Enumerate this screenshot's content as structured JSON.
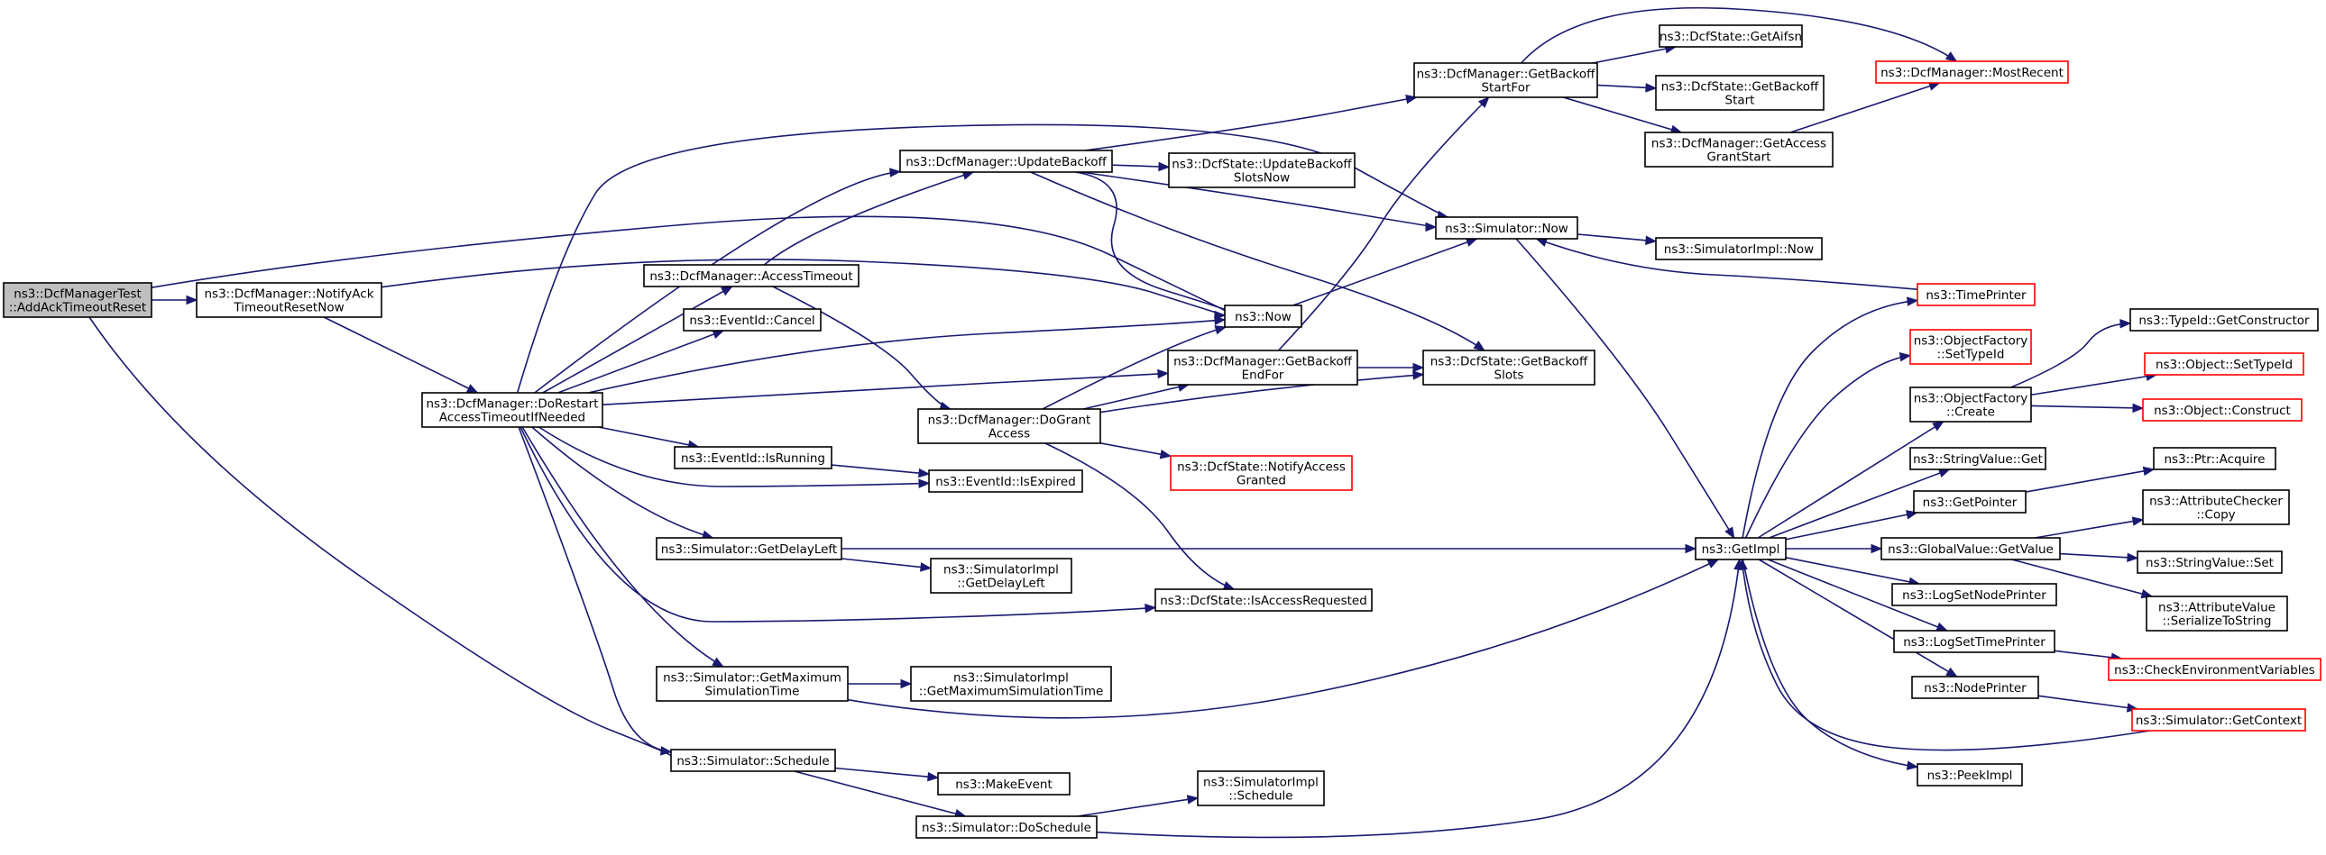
{
  "colors": {
    "edge": "#191970",
    "node_border": "#000000",
    "truncated_node_border": "#ff0000",
    "root_fill": "#bfbfbf"
  },
  "nodes": [
    {
      "id": "root",
      "lines": [
        "ns3::DcfManagerTest",
        "::AddAckTimeoutReset"
      ],
      "root": true
    },
    {
      "id": "notifyack",
      "lines": [
        "ns3::DcfManager::NotifyAck",
        "TimeoutResetNow"
      ]
    },
    {
      "id": "dorestart",
      "lines": [
        "ns3::DcfManager::DoRestart",
        "AccessTimeoutIfNeeded"
      ]
    },
    {
      "id": "accesstimeout",
      "lines": [
        "ns3::DcfManager::AccessTimeout"
      ]
    },
    {
      "id": "updatebackoff",
      "lines": [
        "ns3::DcfManager::UpdateBackoff"
      ]
    },
    {
      "id": "dcfupdate",
      "lines": [
        "ns3::DcfState::UpdateBackoff",
        "SlotsNow"
      ]
    },
    {
      "id": "getbackoffstart",
      "lines": [
        "ns3::DcfManager::GetBackoff",
        "StartFor"
      ]
    },
    {
      "id": "getaifsn",
      "lines": [
        "ns3::DcfState::GetAifsn"
      ]
    },
    {
      "id": "dcfbackoffstart",
      "lines": [
        "ns3::DcfState::GetBackoff",
        "Start"
      ]
    },
    {
      "id": "getaccessgrant",
      "lines": [
        "ns3::DcfManager::GetAccess",
        "GrantStart"
      ]
    },
    {
      "id": "mostrecent",
      "lines": [
        "ns3::DcfManager::MostRecent"
      ],
      "red": true
    },
    {
      "id": "simnow",
      "lines": [
        "ns3::Simulator::Now"
      ]
    },
    {
      "id": "implnow",
      "lines": [
        "ns3::SimulatorImpl::Now"
      ]
    },
    {
      "id": "eventcancel",
      "lines": [
        "ns3::EventId::Cancel"
      ]
    },
    {
      "id": "now",
      "lines": [
        "ns3::Now"
      ]
    },
    {
      "id": "getbackoffend",
      "lines": [
        "ns3::DcfManager::GetBackoff",
        "EndFor"
      ]
    },
    {
      "id": "dcfslots",
      "lines": [
        "ns3::DcfState::GetBackoff",
        "Slots"
      ]
    },
    {
      "id": "dogrant",
      "lines": [
        "ns3::DcfManager::DoGrant",
        "Access"
      ]
    },
    {
      "id": "isrunning",
      "lines": [
        "ns3::EventId::IsRunning"
      ]
    },
    {
      "id": "isexpired",
      "lines": [
        "ns3::EventId::IsExpired"
      ]
    },
    {
      "id": "notifygranted",
      "lines": [
        "ns3::DcfState::NotifyAccess",
        "Granted"
      ],
      "red": true
    },
    {
      "id": "getdelayleft",
      "lines": [
        "ns3::Simulator::GetDelayLeft"
      ]
    },
    {
      "id": "impldelayleft",
      "lines": [
        "ns3::SimulatorImpl",
        "::GetDelayLeft"
      ]
    },
    {
      "id": "isaccessreq",
      "lines": [
        "ns3::DcfState::IsAccessRequested"
      ]
    },
    {
      "id": "getmaxsim",
      "lines": [
        "ns3::Simulator::GetMaximum",
        "SimulationTime"
      ]
    },
    {
      "id": "implmaxsim",
      "lines": [
        "ns3::SimulatorImpl",
        "::GetMaximumSimulationTime"
      ]
    },
    {
      "id": "schedule",
      "lines": [
        "ns3::Simulator::Schedule"
      ]
    },
    {
      "id": "makeevent",
      "lines": [
        "ns3::MakeEvent"
      ]
    },
    {
      "id": "doschedule",
      "lines": [
        "ns3::Simulator::DoSchedule"
      ]
    },
    {
      "id": "implschedule",
      "lines": [
        "ns3::SimulatorImpl",
        "::Schedule"
      ]
    },
    {
      "id": "getimpl",
      "lines": [
        "ns3::GetImpl"
      ]
    },
    {
      "id": "timeprinter",
      "lines": [
        "ns3::TimePrinter"
      ],
      "red": true
    },
    {
      "id": "ofsettypeid",
      "lines": [
        "ns3::ObjectFactory",
        "::SetTypeId"
      ],
      "red": true
    },
    {
      "id": "ofcreate",
      "lines": [
        "ns3::ObjectFactory",
        "::Create"
      ]
    },
    {
      "id": "typeidctor",
      "lines": [
        "ns3::TypeId::GetConstructor"
      ]
    },
    {
      "id": "objsettypeid",
      "lines": [
        "ns3::Object::SetTypeId"
      ],
      "red": true
    },
    {
      "id": "objconstruct",
      "lines": [
        "ns3::Object::Construct"
      ],
      "red": true
    },
    {
      "id": "stringget",
      "lines": [
        "ns3::StringValue::Get"
      ]
    },
    {
      "id": "getpointer",
      "lines": [
        "ns3::GetPointer"
      ]
    },
    {
      "id": "ptracquire",
      "lines": [
        "ns3::Ptr::Acquire"
      ]
    },
    {
      "id": "gvgetvalue",
      "lines": [
        "ns3::GlobalValue::GetValue"
      ]
    },
    {
      "id": "acCopy",
      "lines": [
        "ns3::AttributeChecker",
        "::Copy"
      ]
    },
    {
      "id": "stringset",
      "lines": [
        "ns3::StringValue::Set"
      ]
    },
    {
      "id": "avSerialize",
      "lines": [
        "ns3::AttributeValue",
        "::SerializeToString"
      ]
    },
    {
      "id": "logsetnode",
      "lines": [
        "ns3::LogSetNodePrinter"
      ]
    },
    {
      "id": "logsettime",
      "lines": [
        "ns3::LogSetTimePrinter"
      ]
    },
    {
      "id": "checkenv",
      "lines": [
        "ns3::CheckEnvironmentVariables"
      ],
      "red": true
    },
    {
      "id": "nodeprinter",
      "lines": [
        "ns3::NodePrinter"
      ]
    },
    {
      "id": "getcontext",
      "lines": [
        "ns3::Simulator::GetContext"
      ],
      "red": true
    },
    {
      "id": "peekimpl",
      "lines": [
        "ns3::PeekImpl"
      ]
    }
  ]
}
